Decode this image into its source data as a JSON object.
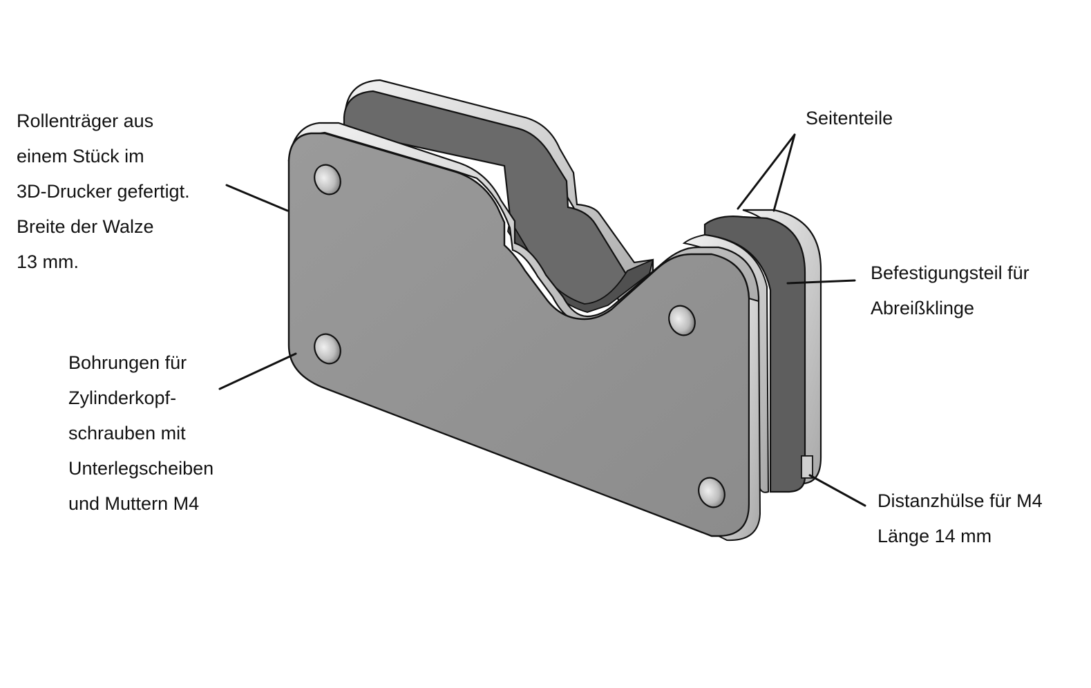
{
  "colors": {
    "face_front": "#939393",
    "face_back": "#6e6e6e",
    "face_side_plate": "#5a5a5a",
    "edge_light": "#e2e2e2",
    "edge_mid": "#bdbdbd",
    "outline": "#111111",
    "leader": "#111111",
    "text": "#111111",
    "background": "#ffffff"
  },
  "labels": {
    "roll_carrier": {
      "lines": [
        "Rollenträger aus",
        "einem Stück im",
        "3D-Drucker gefertigt.",
        "Breite der Walze",
        "13 mm."
      ]
    },
    "bore_holes": {
      "lines": [
        "Bohrungen für",
        "Zylinderkopf-",
        "schrauben mit",
        "Unterlegscheiben",
        "und Muttern M4"
      ]
    },
    "side_parts": {
      "lines": [
        "Seitenteile"
      ]
    },
    "fixing_part": {
      "lines": [
        "Befestigungsteil für",
        "Abreißklinge"
      ]
    },
    "spacer_sleeve": {
      "lines": [
        "Distanzhülse für M4",
        "Länge 14 mm"
      ]
    }
  }
}
